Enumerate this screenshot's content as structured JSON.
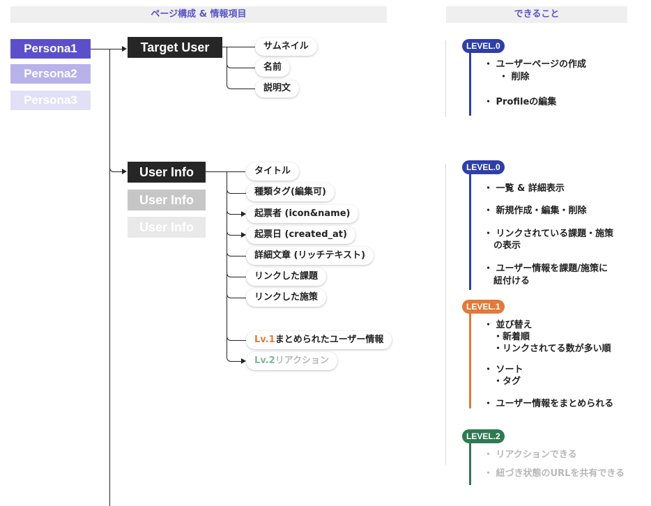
{
  "header": {
    "left": "ページ構成 & 情報項目",
    "right": "できること"
  },
  "personas": [
    "Persona1",
    "Persona2",
    "Persona3"
  ],
  "target_user": {
    "label": "Target User",
    "items": [
      "サムネイル",
      "名前",
      "説明文"
    ]
  },
  "user_info": {
    "label": "User Info",
    "ghost_labels": [
      "User Info",
      "User Info"
    ],
    "items": [
      "タイトル",
      "種類タグ(編集可)",
      "起票者 (icon&name)",
      "起票日 (created_at)",
      "詳細文章 (リッチテキスト)",
      "リンクした課題",
      "リンクした施策"
    ],
    "lv1_prefix": "Lv.1",
    "lv1_text": "まとめられたユーザー情報",
    "lv2_prefix": "Lv.2",
    "lv2_text": "リアクション"
  },
  "panel1": {
    "level": "LEVEL.0",
    "items": [
      "・ ユーザーページの作成",
      "・ Profileの編集"
    ],
    "sub": "・ 削除"
  },
  "panel2": {
    "level0": "LEVEL.0",
    "items0": [
      "・ 一覧 & 詳細表示",
      "・ 新規作成・編集・削除",
      "・ リンクされている課題・施策",
      "・ ユーザー情報を課題/施策に"
    ],
    "items0_cont": [
      "の表示",
      "紐付ける"
    ],
    "level1": "LEVEL.1",
    "items1": [
      "・ 並び替え",
      "・ ソート",
      "・ ユーザー情報をまとめられる"
    ],
    "items1_sub": [
      "・新着順",
      "・リンクされてる数が多い順",
      "・タグ"
    ],
    "level2": "LEVEL.2",
    "items2": [
      "・ リアクションできる",
      "・ 紐づき状態のURLを共有できる"
    ]
  },
  "colors": {
    "level0": "#2f3fa8",
    "level1": "#e07a3a",
    "level2": "#2e7a52",
    "persona1": "#5b50c9",
    "persona2": "#b7b2ea",
    "persona3": "#e2e0f6",
    "node": "#262626",
    "ghost1": "#c6c6c6",
    "ghost2": "#e9e9e9"
  }
}
